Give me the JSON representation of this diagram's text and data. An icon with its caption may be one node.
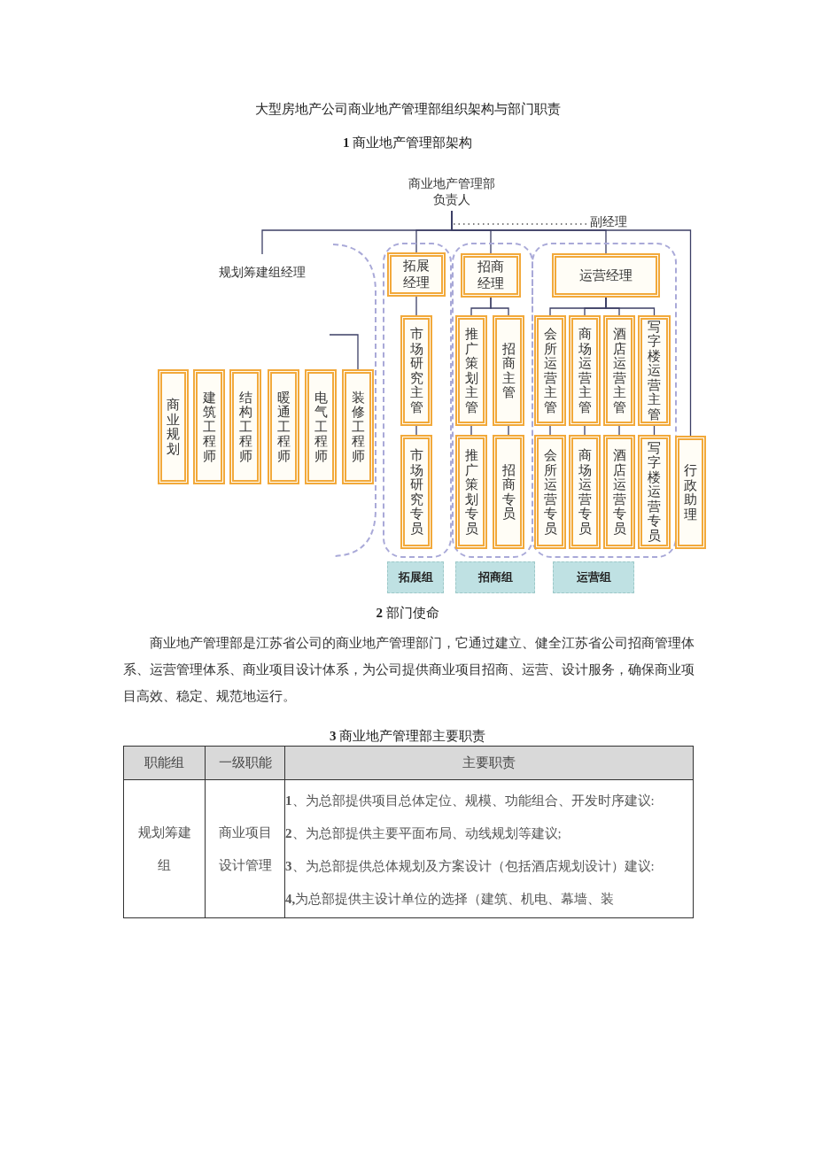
{
  "diagram": {
    "title": "大型房地产公司商业地产管理部组织架构与部门职责",
    "nodes": [
      {
        "text": [
          "商业地产管理部负责人"
        ]
      },
      {
        "text": [
          "规划筹建组经理"
        ]
      },
      {
        "text": [
          "商业规划"
        ]
      },
      {
        "text": [
          "建筑工程师"
        ]
      },
      {
        "text": [
          "结构工程师"
        ]
      },
      {
        "text": [
          "暖通工程师"
        ]
      },
      {
        "text": [
          "电气工程师"
        ]
      },
      {
        "text": [
          "装修工程师"
        ]
      },
      {
        "text": [],
        "shape": "box"
      },
      {
        "text": [
          "拓展经理"
        ],
        "in": 8
      },
      {
        "text": [
          "市场研究主管"
        ],
        "in": 8
      },
      {
        "text": [
          "市场研究专员"
        ],
        "in": 8
      },
      {
        "text": [],
        "shape": "box"
      },
      {
        "text": [
          "招商经理"
        ],
        "in": 12
      },
      {
        "text": [
          "推广策划主管"
        ],
        "in": 12
      },
      {
        "text": [
          "招商主管"
        ],
        "in": 12
      },
      {
        "text": [
          "推广策划专员"
        ],
        "in": 12
      },
      {
        "text": [
          "招商专员"
        ],
        "in": 12
      },
      {
        "text": [],
        "shape": "box"
      },
      {
        "text": [
          "运营经理"
        ],
        "in": 18
      },
      {
        "text": [
          "会所运营主管"
        ],
        "in": 18
      },
      {
        "text": [
          "商场运营主管"
        ],
        "in": 18
      },
      {
        "text": [
          "酒店运营主管"
        ],
        "in": 18
      },
      {
        "text": [
          "写字楼运营主管"
        ],
        "in": 18
      },
      {
        "text": [
          "会所运营专员"
        ],
        "in": 18
      },
      {
        "text": [
          "商场运营专员"
        ],
        "in": 18
      },
      {
        "text": [
          "酒店运营专员"
        ],
        "in": 18
      },
      {
        "text": [
          "写字楼运营专员"
        ],
        "in": 18
      },
      {
        "text": [
          "行政助理"
        ]
      },
      {
        "text": [
          "拓展组"
        ]
      },
      {
        "text": [
          "招商组"
        ]
      },
      {
        "text": [
          "运营组"
        ]
      }
    ],
    "edges": [
      {
        "from": 0,
        "to": 1,
        "arrow": "none"
      },
      {
        "from": 0,
        "to": 9,
        "arrow": "none"
      },
      {
        "from": 0,
        "to": 13,
        "arrow": "none"
      },
      {
        "from": 0,
        "to": 19,
        "arrow": "none"
      },
      {
        "from": 0,
        "to": 28,
        "arrow": "none"
      },
      {
        "from": null,
        "to": 7,
        "arrow": "none"
      },
      {
        "from": 9,
        "to": 10,
        "arrow": "none"
      },
      {
        "from": 10,
        "to": 11,
        "arrow": "none"
      },
      {
        "from": 13,
        "to": 14,
        "arrow": "none"
      },
      {
        "from": 13,
        "to": 15,
        "arrow": "none"
      },
      {
        "from": 14,
        "to": 16,
        "arrow": "none"
      },
      {
        "from": 15,
        "to": 17,
        "arrow": "none"
      },
      {
        "from": 19,
        "to": 20,
        "arrow": "none"
      },
      {
        "from": 19,
        "to": 21,
        "arrow": "none"
      },
      {
        "from": 19,
        "to": 22,
        "arrow": "none"
      },
      {
        "from": 19,
        "to": 23,
        "arrow": "none"
      },
      {
        "from": 20,
        "to": 24,
        "arrow": "none"
      },
      {
        "from": 21,
        "to": 25,
        "arrow": "none"
      },
      {
        "from": 22,
        "to": 26,
        "arrow": "none"
      },
      {
        "from": 23,
        "to": 27,
        "arrow": "none"
      }
    ],
    "labels": [
      "**1** 商业地产管理部架构",
      "副经理",
      "**2** 部门使命",
      "商业地产管理部是江苏省公司的商业地产管理部门，它通过建立、健全江苏省公司招商管理体系、运营管理体系、商业项目设计体系，为公司提供商业项目招商、运营、设计服务，确保商业项目高效、稳定、规范地运行。",
      "**3** 商业地产管理部主要职责",
      "职能组",
      "一级职能",
      "主要职责",
      "规划筹建组",
      "商业项目设计管理",
      "**1**、为总部提供项目总体定位、规模、功能组合、开发时序建议:",
      "**2**、为总部提供主要平面布局、动线规划等建议;",
      "**3**、为总部提供总体规划及方案设计（包括酒店规划设计）建议:",
      "**4,**为总部提供主设计单位的选择（建筑、机电、幕墙、装"
    ]
  }
}
